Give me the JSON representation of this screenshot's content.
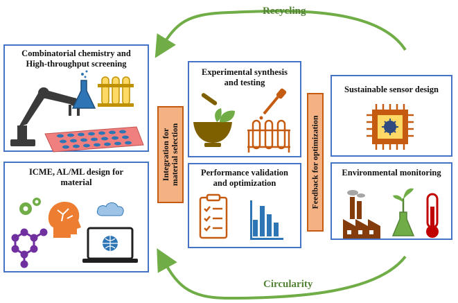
{
  "cycle": {
    "top_label": "Recycling",
    "bottom_label": "Circularity",
    "arrow_color": "#70ad47"
  },
  "panels": [
    {
      "id": "combinatorial",
      "title": "Combinatorial chemistry and High-throughput screening",
      "title_lines": [
        "Combinatorial chemistry and",
        "High-throughput screening"
      ]
    },
    {
      "id": "icme",
      "title": "ICME, AL/ML design for material",
      "title_lines": [
        "ICME, AL/ML design for",
        "material"
      ]
    },
    {
      "id": "synthesis",
      "title": "Experimental synthesis and testing",
      "title_lines": [
        "Experimental synthesis",
        "and testing"
      ]
    },
    {
      "id": "validation",
      "title": "Performance validation and optimization",
      "title_lines": [
        "Performance validation",
        "and optimization"
      ]
    },
    {
      "id": "sensor",
      "title": "Sustainable sensor design",
      "title_lines": [
        "Sustainable  sensor design"
      ]
    },
    {
      "id": "monitoring",
      "title": "Environmental monitoring",
      "title_lines": [
        "Environmental monitoring"
      ]
    }
  ],
  "connectors": {
    "integration": {
      "lines": [
        "Integration for",
        "material selection"
      ]
    },
    "feedback": {
      "lines": [
        "Feedback for optimization"
      ]
    }
  },
  "colors": {
    "panel_border": "#4472c4",
    "connector_fill": "#f4b183",
    "connector_border": "#c55a11",
    "icon_orange": "#c55a11",
    "icon_blue": "#2e75b6",
    "icon_green": "#70ad47",
    "icon_purple": "#7030a0"
  }
}
